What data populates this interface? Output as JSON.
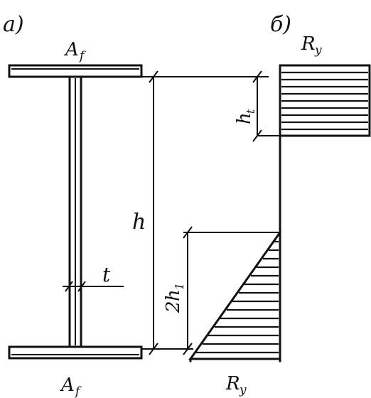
{
  "labels": {
    "panel_a": "a)",
    "panel_b": "б)",
    "flange_top": "A",
    "flange_top_sub": "f",
    "flange_bottom": "A",
    "flange_bottom_sub": "f",
    "web_thickness": "t",
    "height": "h",
    "stress_top": "R",
    "stress_top_sub": "y",
    "stress_bottom": "R",
    "stress_bottom_sub": "y",
    "plastic_zone": "h",
    "plastic_zone_sub": "t",
    "elastic_zone_prefix": "2",
    "elastic_zone": "h",
    "elastic_zone_sub": "1"
  }
}
